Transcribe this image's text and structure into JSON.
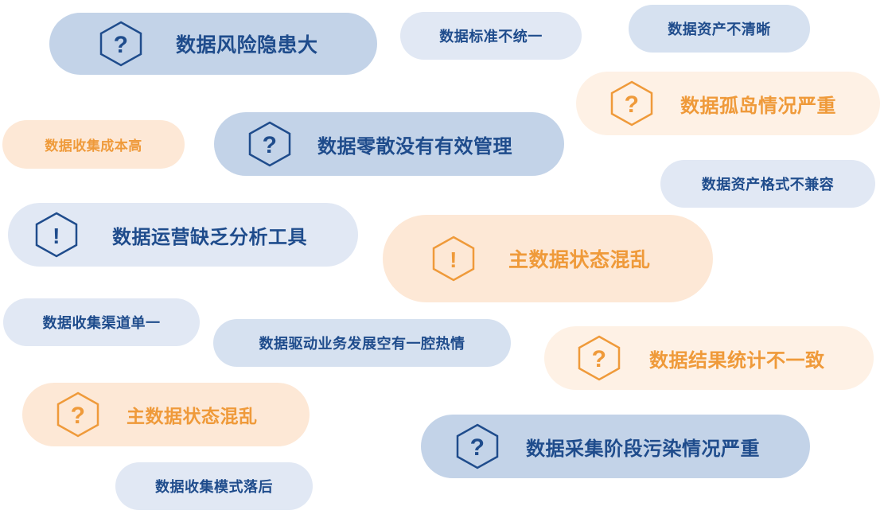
{
  "palette": {
    "blue_text": "#1f4c8c",
    "orange_text": "#ef9a3a",
    "blue_bg": "#c3d3e8",
    "blue_bg_light": "#e1e8f4",
    "orange_bg": "#fde8d6",
    "orange_bg_light": "#fef1e5"
  },
  "tags": {
    "t1": {
      "label": "数据风险隐患大",
      "icon": "question-hexagon-icon",
      "glyph": "?"
    },
    "t2": {
      "label": "数据标准不统一"
    },
    "t3": {
      "label": "数据资产不清晰"
    },
    "t4": {
      "label": "数据孤岛情况严重",
      "icon": "question-hexagon-icon",
      "glyph": "?"
    },
    "t5": {
      "label": "数据收集成本高"
    },
    "t6": {
      "label": "数据零散没有有效管理",
      "icon": "question-hexagon-icon",
      "glyph": "?"
    },
    "t7": {
      "label": "数据资产格式不兼容"
    },
    "t8": {
      "label": "数据运营缺乏分析工具",
      "icon": "exclamation-hexagon-icon",
      "glyph": "!"
    },
    "t9": {
      "label": "主数据状态混乱",
      "icon": "exclamation-hexagon-icon",
      "glyph": "!"
    },
    "t10": {
      "label": "数据收集渠道单一"
    },
    "t11": {
      "label": "数据驱动业务发展空有一腔热情"
    },
    "t12": {
      "label": "数据结果统计不一致",
      "icon": "question-hexagon-icon",
      "glyph": "?"
    },
    "t13": {
      "label": "主数据状态混乱",
      "icon": "question-hexagon-icon",
      "glyph": "?"
    },
    "t14": {
      "label": "数据采集阶段污染情况严重",
      "icon": "question-hexagon-icon",
      "glyph": "?"
    },
    "t15": {
      "label": "数据收集模式落后"
    }
  }
}
